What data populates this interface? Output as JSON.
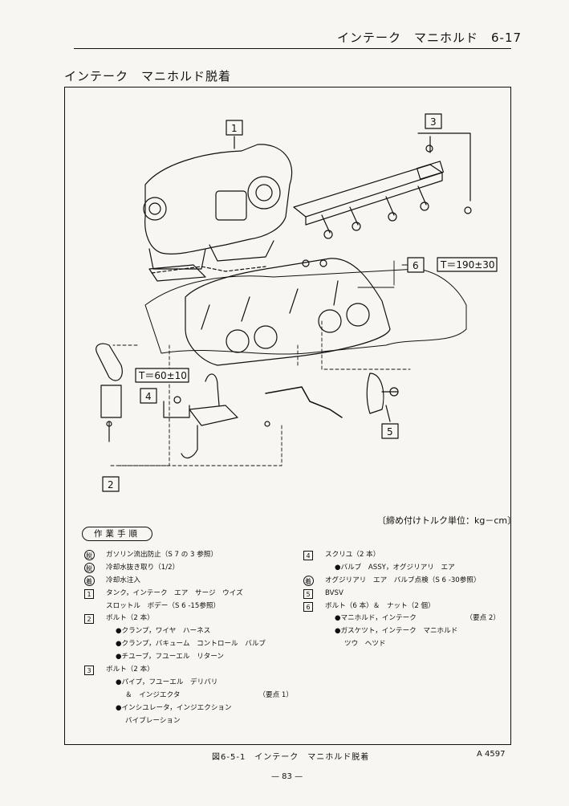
{
  "header": {
    "title": "インテーク　マニホルド　6-17"
  },
  "section": {
    "title": "インテーク　マニホルド脱着"
  },
  "diagram": {
    "callouts": [
      "1",
      "2",
      "3",
      "4",
      "5",
      "6"
    ],
    "torque_4": "T＝60±10",
    "torque_6": "T＝190±30"
  },
  "torque_unit": "〔締め付けトルク単位：kg－cm〕",
  "procedure": {
    "heading": "作業手順",
    "left": [
      {
        "mark": "脱",
        "shape": "circle",
        "text": "ガソリン流出防止（S 7 の 3 参照）",
        "indent": 1
      },
      {
        "mark": "脱",
        "shape": "circle",
        "text": "冷却水抜き取り（1/2）",
        "indent": 1
      },
      {
        "mark": "着",
        "shape": "circle",
        "text": "冷却水注入",
        "indent": 1
      },
      {
        "mark": "1",
        "shape": "box",
        "text": "タンク，インテーク　エア　サージ　ウイズ",
        "indent": 1
      },
      {
        "mark": "",
        "shape": "",
        "text": "スロットル　ボデー（S 6 -15参照）",
        "indent": 1
      },
      {
        "mark": "2",
        "shape": "box",
        "text": "ボルト（2 本）",
        "indent": 1
      },
      {
        "mark": "",
        "shape": "",
        "text": "●クランプ，ワイヤ　ハーネス",
        "indent": 2
      },
      {
        "mark": "",
        "shape": "",
        "text": "●クランプ，バキューム　コントロール　バルブ",
        "indent": 2
      },
      {
        "mark": "",
        "shape": "",
        "text": "●チユーブ，フユーエル　リターン",
        "indent": 2
      },
      {
        "mark": "3",
        "shape": "box",
        "text": "ボルト（2 本）",
        "indent": 1
      },
      {
        "mark": "",
        "shape": "",
        "text": "●パイプ，フユーエル　デリバリ",
        "indent": 2
      },
      {
        "mark": "",
        "shape": "",
        "text": "＆　インジエクタ",
        "indent": 3,
        "point": "（要点 1）"
      },
      {
        "mark": "",
        "shape": "",
        "text": "●インシユレータ，インジエクション",
        "indent": 2
      },
      {
        "mark": "",
        "shape": "",
        "text": "バイブレーション",
        "indent": 3
      }
    ],
    "right": [
      {
        "mark": "4",
        "shape": "box",
        "text": "スクリユ（2 本）",
        "indent": 1
      },
      {
        "mark": "",
        "shape": "",
        "text": "●バルブ　ASSY，オグジリアリ　エア",
        "indent": 2
      },
      {
        "mark": "着",
        "shape": "circle",
        "text": "オグジリアリ　エア　バルブ点検（S 6 -30参照）",
        "indent": 1
      },
      {
        "mark": "5",
        "shape": "box",
        "text": "BVSV",
        "indent": 1
      },
      {
        "mark": "6",
        "shape": "box",
        "text": "ボルト（6 本）＆　ナット（2 個）",
        "indent": 1
      },
      {
        "mark": "",
        "shape": "",
        "text": "●マニホルド，インテーク",
        "indent": 2,
        "point": "（要点 2）"
      },
      {
        "mark": "",
        "shape": "",
        "text": "●ガスケツト，インテーク　マニホルド",
        "indent": 2
      },
      {
        "mark": "",
        "shape": "",
        "text": "ツウ　ヘツド",
        "indent": 3
      }
    ]
  },
  "caption": {
    "figure": "図6-5-1　インテーク　マニホルド脱着",
    "code": "A 4597"
  },
  "page_number": "— 83 —"
}
